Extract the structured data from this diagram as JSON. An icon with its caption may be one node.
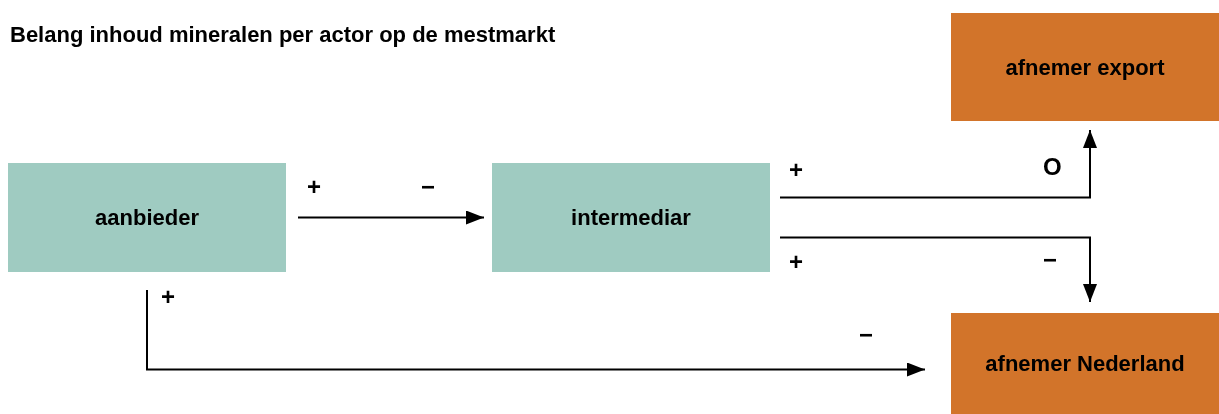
{
  "diagram": {
    "title": "Belang inhoud mineralen per actor op de mestmarkt",
    "nodes": [
      {
        "text": [
          "aanbieder"
        ]
      },
      {
        "text": [
          "intermediar"
        ]
      },
      {
        "text": [
          "afnemer export"
        ]
      },
      {
        "text": [
          "afnemer Nederland"
        ]
      }
    ],
    "edges": [
      {
        "from": 0,
        "to": 1,
        "arrow": "to"
      },
      {
        "from": 1,
        "to": 2,
        "arrow": "to"
      },
      {
        "from": 1,
        "to": 3,
        "arrow": "to"
      },
      {
        "from": 0,
        "to": 3,
        "arrow": "to"
      }
    ],
    "labels": [
      "+",
      "−",
      "+",
      "O",
      "+",
      "−",
      "+",
      "−"
    ]
  }
}
